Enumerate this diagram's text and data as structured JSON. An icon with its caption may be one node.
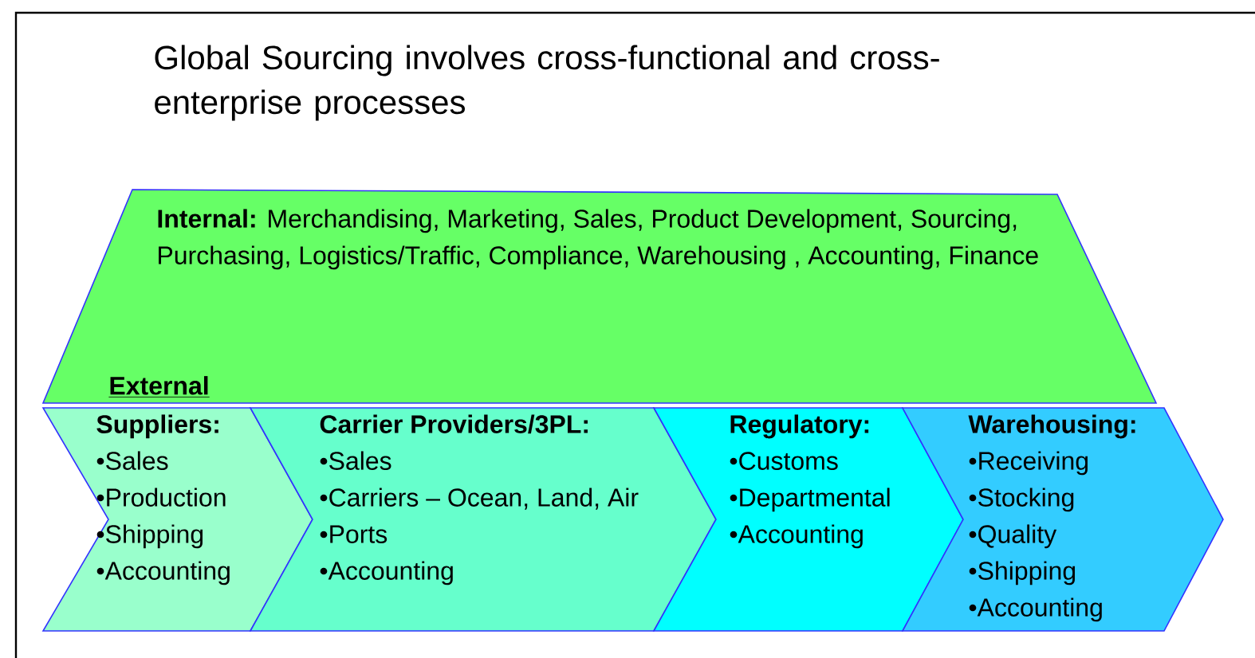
{
  "diagram": {
    "title": "Global Sourcing involves cross-functional and cross-enterprise processes",
    "nodes": [
      {
        "text": [
          "**Internal:** Merchandising, Marketing, Sales, Product Development, Sourcing, Purchasing, Logistics/Traffic, Compliance, Warehousing , Accounting, Finance"
        ]
      },
      {
        "text": [
          "Suppliers:",
          "•Sales",
          "•Production",
          "•Shipping",
          "•Accounting"
        ]
      },
      {
        "text": [
          "Carrier Providers/3PL:",
          "•Sales",
          "•Carriers – Ocean, Land, Air",
          "•Ports",
          "•Accounting"
        ]
      },
      {
        "text": [
          "Regulatory:",
          "•Customs",
          "•Departmental",
          "•Accounting"
        ]
      },
      {
        "text": [
          "Warehousing:",
          "•Receiving",
          "•Stocking",
          "•Quality",
          "•Shipping",
          "•Accounting"
        ]
      }
    ],
    "edges": [],
    "labels": [
      "External"
    ]
  }
}
